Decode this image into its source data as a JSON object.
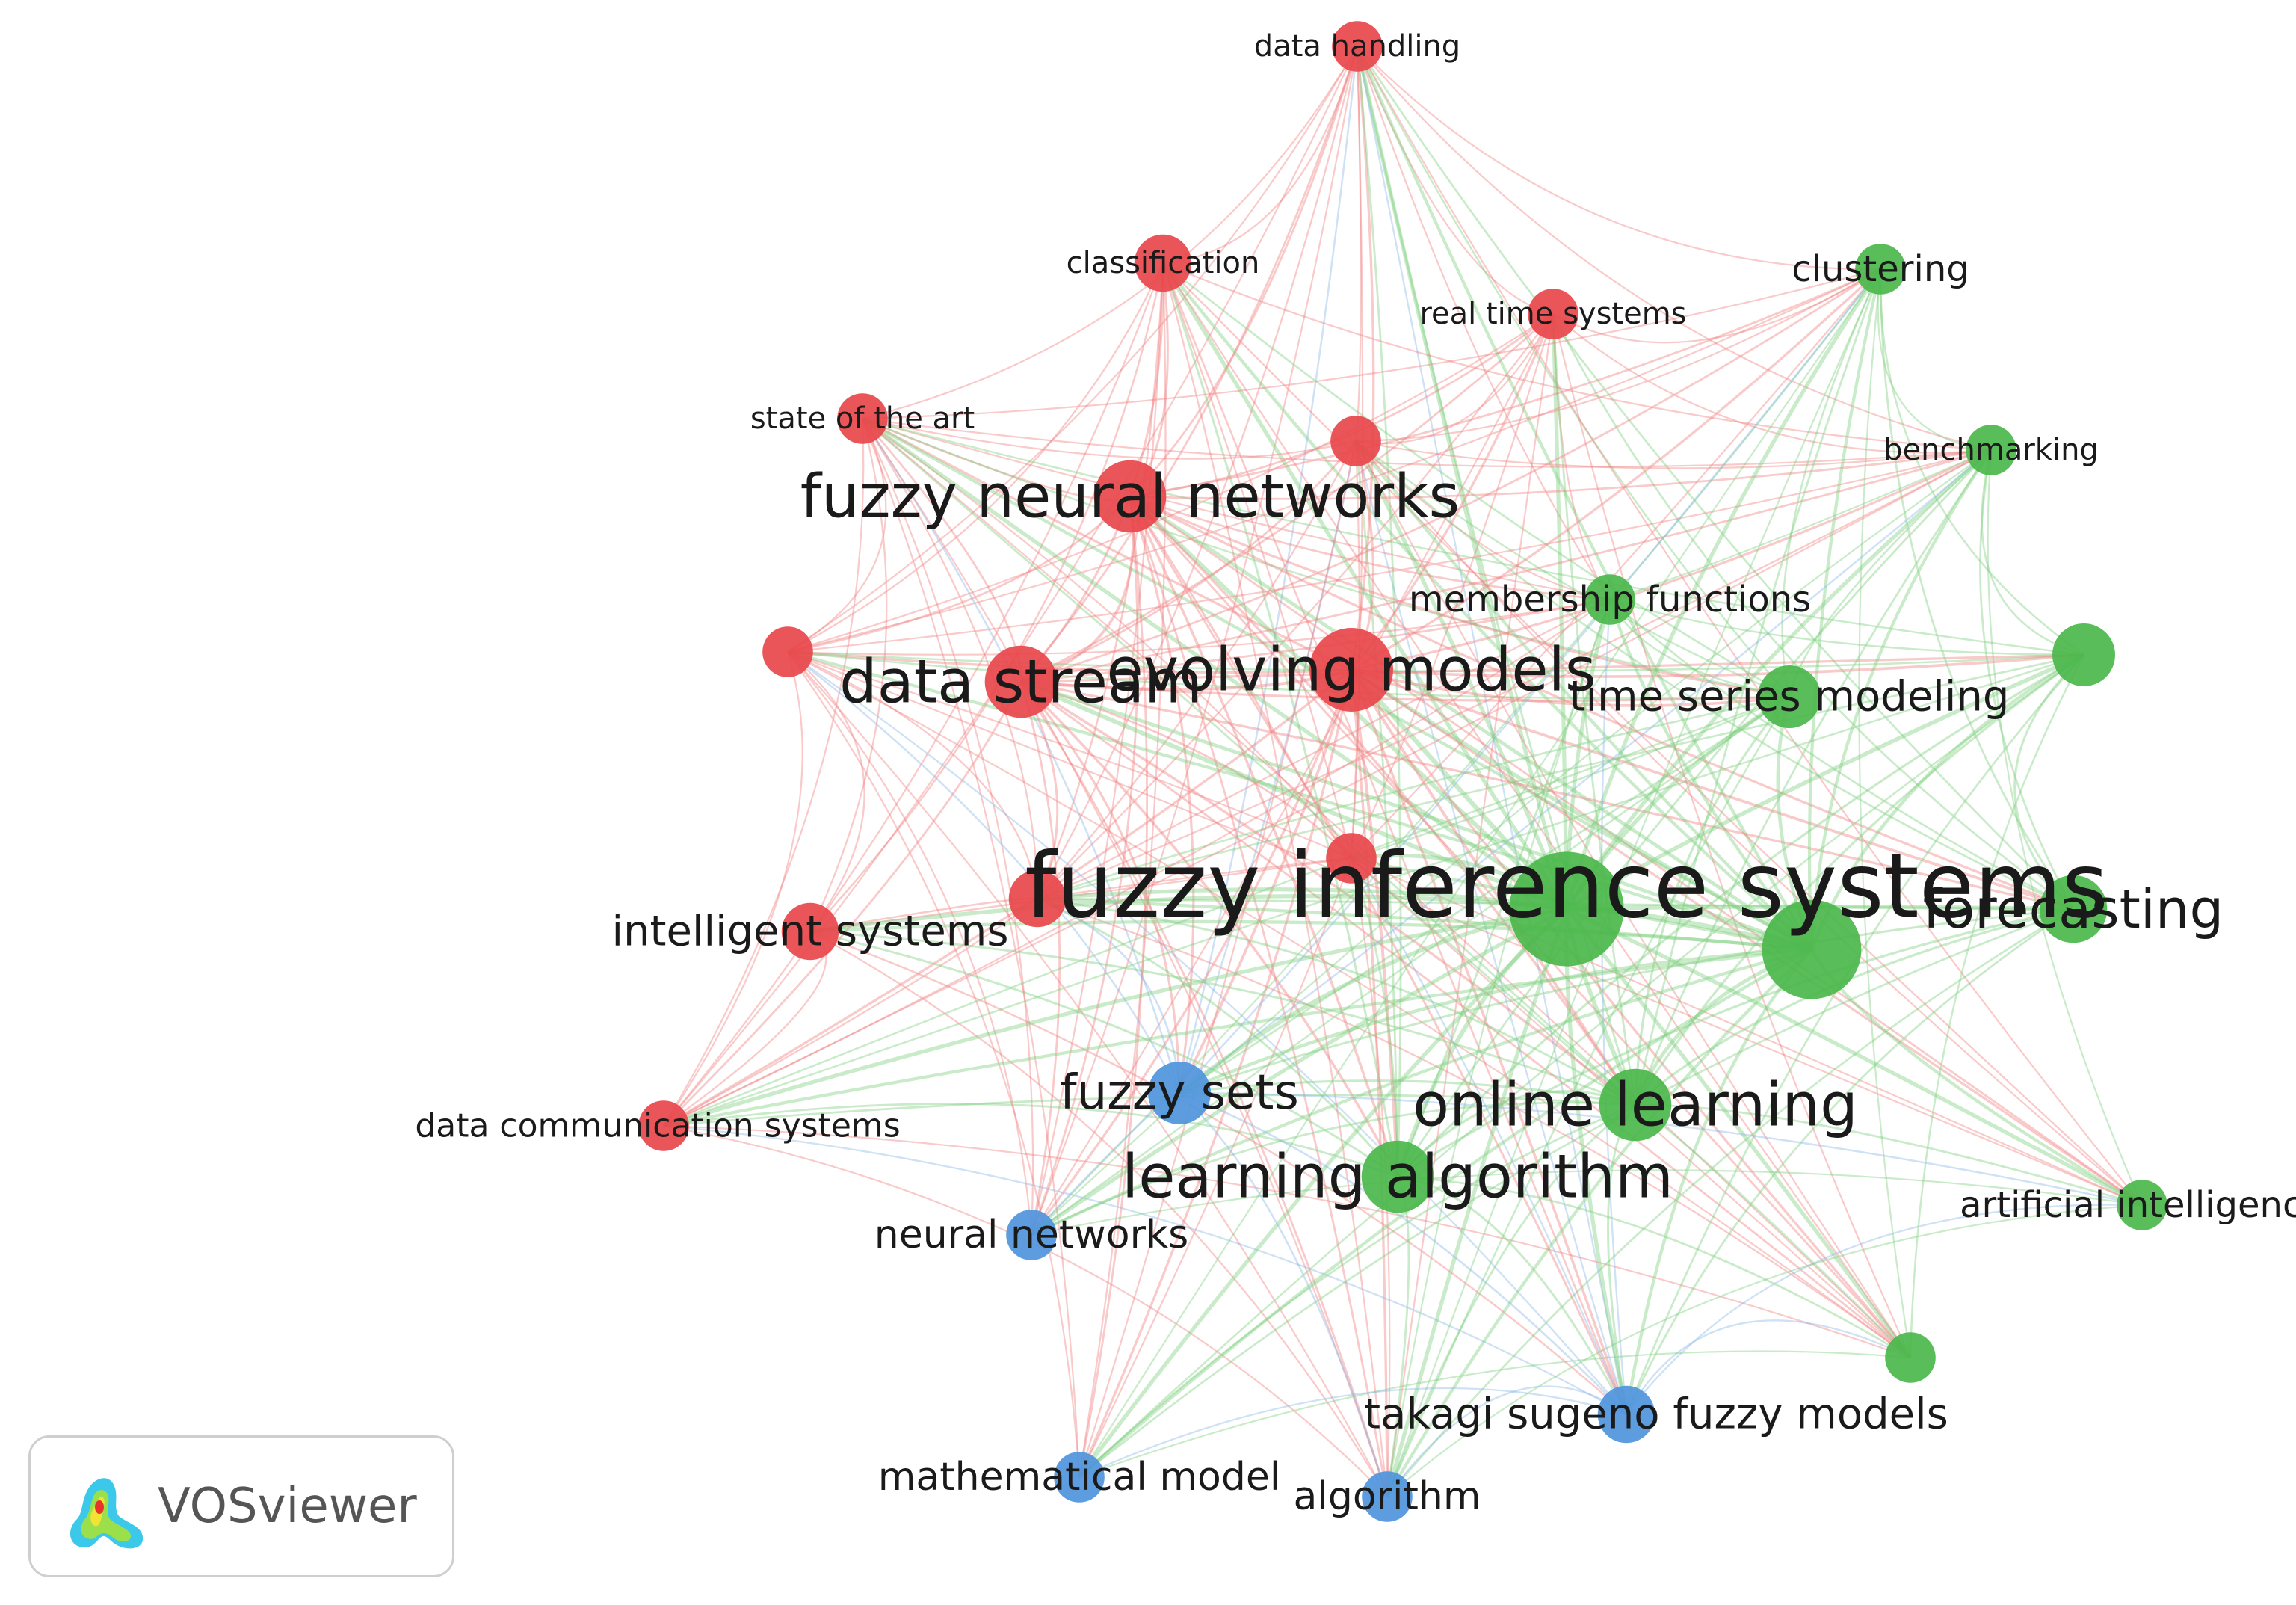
{
  "colors": {
    "cluster_red": "#e8474b",
    "cluster_green": "#4bb74b",
    "cluster_blue": "#4f95dc",
    "edge_red": "#f08080",
    "edge_green": "#7fd07f",
    "edge_blue": "#8bb8e8",
    "label": "#1a1a1a"
  },
  "logo": {
    "text": "VOSviewer",
    "icon": "vosviewer-density-icon"
  },
  "nodes": [
    {
      "id": "data_handling",
      "label": "data handling",
      "cluster": 1,
      "weight": 2,
      "lsize": 1
    },
    {
      "id": "classification",
      "label": "classification",
      "cluster": 1,
      "weight": 3,
      "lsize": 1
    },
    {
      "id": "real_time_systems",
      "label": "real time systems",
      "cluster": 1,
      "weight": 2,
      "lsize": 1
    },
    {
      "id": "state_of_the_art",
      "label": "state of the art",
      "cluster": 1,
      "weight": 2,
      "lsize": 1
    },
    {
      "id": "red_unlabeled_a",
      "label": "",
      "cluster": 1,
      "weight": 2,
      "lsize": 1
    },
    {
      "id": "fuzzy_neural_networks",
      "label": "fuzzy neural networks",
      "cluster": 1,
      "weight": 6,
      "lsize": 2
    },
    {
      "id": "red_unlabeled_b",
      "label": "",
      "cluster": 1,
      "weight": 2,
      "lsize": 1
    },
    {
      "id": "data_stream",
      "label": "data stream",
      "cluster": 1,
      "weight": 6,
      "lsize": 2
    },
    {
      "id": "evolving_models",
      "label": "evolving models",
      "cluster": 1,
      "weight": 9,
      "lsize": 2
    },
    {
      "id": "red_unlabeled_c",
      "label": "",
      "cluster": 1,
      "weight": 2,
      "lsize": 1
    },
    {
      "id": "red_unlabeled_d",
      "label": "",
      "cluster": 1,
      "weight": 3,
      "lsize": 1
    },
    {
      "id": "intelligent_systems",
      "label": "intelligent systems",
      "cluster": 1,
      "weight": 3,
      "lsize": 1.4
    },
    {
      "id": "data_communication_systems",
      "label": "data communication systems",
      "cluster": 1,
      "weight": 2,
      "lsize": 1.1
    },
    {
      "id": "clustering",
      "label": "clustering",
      "cluster": 2,
      "weight": 2,
      "lsize": 1.2
    },
    {
      "id": "benchmarking",
      "label": "benchmarking",
      "cluster": 2,
      "weight": 2,
      "lsize": 1
    },
    {
      "id": "membership_functions",
      "label": "membership functions",
      "cluster": 2,
      "weight": 2,
      "lsize": 1.2
    },
    {
      "id": "green_unlabeled_a",
      "label": "",
      "cluster": 2,
      "weight": 4,
      "lsize": 1
    },
    {
      "id": "time_series_modeling",
      "label": "time series modeling",
      "cluster": 2,
      "weight": 4,
      "lsize": 1.4
    },
    {
      "id": "fuzzy_inference_systems",
      "label": "fuzzy inference systems",
      "cluster": 2,
      "weight": 20,
      "lsize": 3
    },
    {
      "id": "green_unlabeled_b",
      "label": "",
      "cluster": 2,
      "weight": 14,
      "lsize": 1
    },
    {
      "id": "forecasting",
      "label": "forecasting",
      "cluster": 2,
      "weight": 5,
      "lsize": 1.8
    },
    {
      "id": "online_learning",
      "label": "online learning",
      "cluster": 2,
      "weight": 6,
      "lsize": 2
    },
    {
      "id": "learning_algorithm",
      "label": "learning algorithm",
      "cluster": 2,
      "weight": 6,
      "lsize": 2
    },
    {
      "id": "artificial_intelligence",
      "label": "artificial intelligence",
      "cluster": 2,
      "weight": 2,
      "lsize": 1.2
    },
    {
      "id": "green_unlabeled_c",
      "label": "",
      "cluster": 2,
      "weight": 2,
      "lsize": 1
    },
    {
      "id": "fuzzy_sets",
      "label": "fuzzy sets",
      "cluster": 3,
      "weight": 4,
      "lsize": 1.6
    },
    {
      "id": "neural_networks",
      "label": "neural networks",
      "cluster": 3,
      "weight": 2,
      "lsize": 1.3
    },
    {
      "id": "takagi_sugeno_fuzzy_models",
      "label": "takagi sugeno fuzzy models",
      "cluster": 3,
      "weight": 3,
      "lsize": 1.4
    },
    {
      "id": "mathematical_model",
      "label": "mathematical model",
      "cluster": 3,
      "weight": 2,
      "lsize": 1.3
    },
    {
      "id": "algorithm",
      "label": "algorithm",
      "cluster": 3,
      "weight": 2,
      "lsize": 1.3
    }
  ]
}
